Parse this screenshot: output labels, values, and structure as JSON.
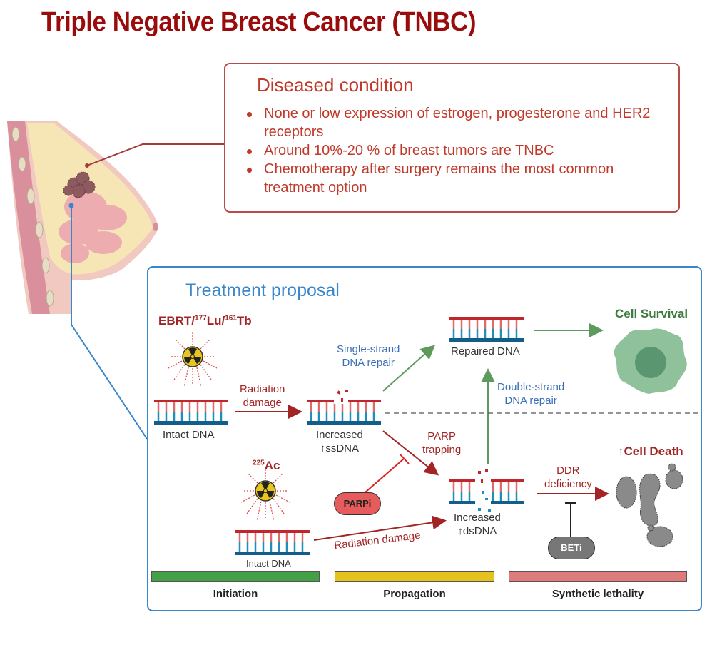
{
  "title": "Triple Negative Breast Cancer (TNBC)",
  "colors": {
    "title": "#9a0c0c",
    "condition_border": "#b94a4a",
    "condition_text": "#c0392b",
    "treatment_border": "#3a86cc",
    "initiation": "#43a047",
    "propagation": "#e6c21e",
    "synthetic_lethality": "#e07b7b",
    "parpi": "#e65c5c",
    "beti": "#777777",
    "survival_cell": "#8fc19a",
    "death_cell": "#8a8a8a"
  },
  "condition": {
    "heading": "Diseased condition",
    "bullets": [
      "None or low expression of estrogen, progesterone and HER2 receptors",
      "Around 10%-20 % of breast tumors are TNBC",
      "Chemotherapy after surgery remains the most common treatment option"
    ]
  },
  "treatment": {
    "heading": "Treatment proposal",
    "source1": {
      "prefix": "EBRT/",
      "iso1": "177",
      "el1": "Lu",
      "sep": "/",
      "iso2": "161",
      "el2": "Tb"
    },
    "source2": {
      "iso": "225",
      "el": "Ac"
    },
    "intact_dna_1": "Intact DNA",
    "intact_dna_2": "Intact DNA",
    "radiation_damage_1": [
      "Radiation",
      "damage"
    ],
    "radiation_damage_2": "Radiation damage",
    "ssdna": [
      "Increased",
      "↑ssDNA"
    ],
    "dsdna": [
      "Increased",
      "↑dsDNA"
    ],
    "single_strand_repair": [
      "Single-strand",
      "DNA repair"
    ],
    "double_strand_repair": [
      "Double-strand",
      "DNA repair"
    ],
    "repaired_dna": "Repaired DNA",
    "parp_trapping": [
      "PARP",
      "trapping"
    ],
    "ddr_deficiency": [
      "DDR",
      "deficiency"
    ],
    "cell_survival": "Cell Survival",
    "cell_death": "↑Cell Death",
    "parpi": "PARPi",
    "beti": "BETi"
  },
  "phases": [
    {
      "label": "Initiation",
      "color": "#43a047"
    },
    {
      "label": "Propagation",
      "color": "#e6c21e"
    },
    {
      "label": "Synthetic lethality",
      "color": "#e07b7b"
    }
  ]
}
